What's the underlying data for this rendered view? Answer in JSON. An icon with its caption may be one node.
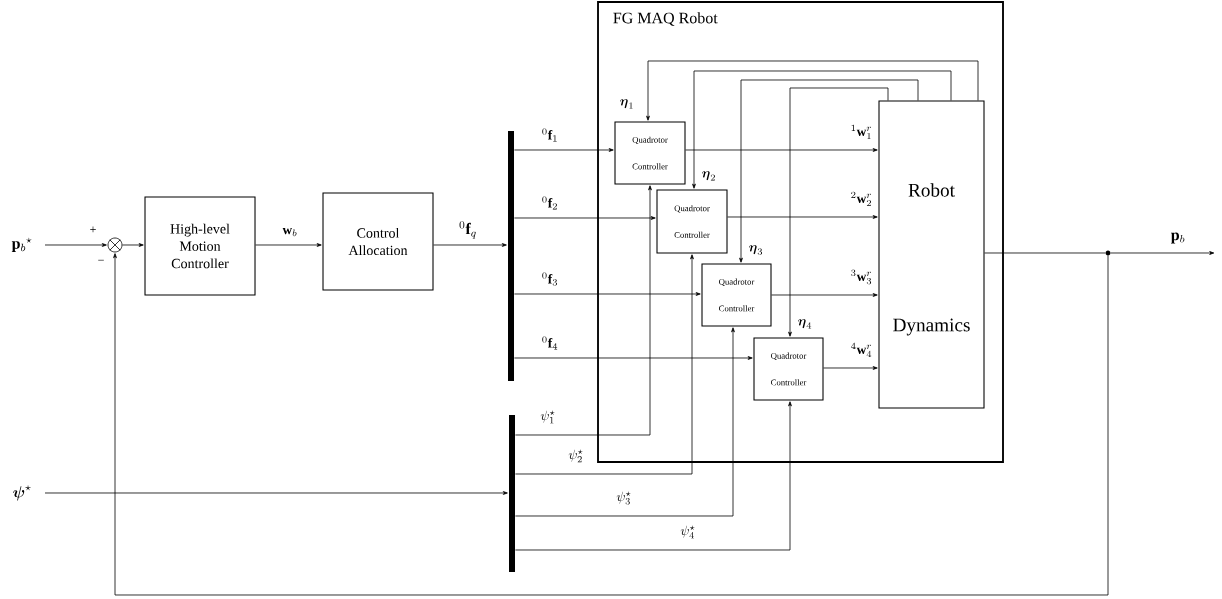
{
  "diagram": {
    "nodes": [
      {
        "text": [
          "FG MAQ Robot"
        ]
      },
      {
        "text": [],
        "shape": "circle",
        "beside": [
          "+",
          "−"
        ]
      },
      {
        "text": [
          "High-level Motion Controller"
        ]
      },
      {
        "text": [
          "Control Allocation"
        ]
      },
      {
        "text": [],
        "shape": "bar"
      },
      {
        "text": [
          "Quadrotor Controller"
        ],
        "in": 0
      },
      {
        "text": [
          "Quadrotor Controller"
        ],
        "in": 0
      },
      {
        "text": [
          "Quadrotor Controller"
        ],
        "in": 0
      },
      {
        "text": [
          "Quadrotor Controller"
        ],
        "in": 0
      },
      {
        "text": [
          "Robot",
          "Dynamics"
        ],
        "in": 0
      },
      {
        "text": [],
        "shape": "bar"
      },
      {
        "text": [],
        "shape": "circle"
      }
    ],
    "edges": [
      {
        "from": null,
        "to": 1,
        "arrow": "to",
        "label": "\\mathbf{p}_b{}^\\star"
      },
      {
        "from": 1,
        "to": 2,
        "arrow": "to"
      },
      {
        "from": 2,
        "to": 3,
        "arrow": "to",
        "label": "\\mathbf{w}_b"
      },
      {
        "from": 3,
        "to": 4,
        "arrow": "to",
        "label": "{}^{0}\\mathbf{f}_q"
      },
      {
        "from": 4,
        "to": 5,
        "arrow": "to",
        "label": "{}^{0}\\mathbf{f}_1"
      },
      {
        "from": 4,
        "to": 6,
        "arrow": "to",
        "label": "{}^{0}\\mathbf{f}_2"
      },
      {
        "from": 4,
        "to": 7,
        "arrow": "to",
        "label": "{}^{0}\\mathbf{f}_3"
      },
      {
        "from": 4,
        "to": 8,
        "arrow": "to",
        "label": "{}^{0}\\mathbf{f}_4"
      },
      {
        "from": 5,
        "to": 9,
        "arrow": "to",
        "label": "{}^{1}\\mathbf{w}_1^r"
      },
      {
        "from": 6,
        "to": 9,
        "arrow": "to",
        "label": "{}^{2}\\mathbf{w}_2^r"
      },
      {
        "from": 7,
        "to": 9,
        "arrow": "to",
        "label": "{}^{3}\\mathbf{w}_3^r"
      },
      {
        "from": 8,
        "to": 9,
        "arrow": "to",
        "label": "{}^{4}\\mathbf{w}_4^r"
      },
      {
        "from": 9,
        "to": 5,
        "arrow": "to",
        "label": "\\boldsymbol{\\eta}_1"
      },
      {
        "from": 9,
        "to": 6,
        "arrow": "to",
        "label": "\\boldsymbol{\\eta}_2"
      },
      {
        "from": 9,
        "to": 7,
        "arrow": "to",
        "label": "\\boldsymbol{\\eta}_3"
      },
      {
        "from": 9,
        "to": 8,
        "arrow": "to",
        "label": "\\boldsymbol{\\eta}_4"
      },
      {
        "from": null,
        "to": 10,
        "arrow": "to",
        "label": "\\boldsymbol{\\psi}^\\star"
      },
      {
        "from": 10,
        "to": 5,
        "arrow": "to",
        "label": "\\psi_1^\\star"
      },
      {
        "from": 10,
        "to": 6,
        "arrow": "to",
        "label": "\\psi_2^\\star"
      },
      {
        "from": 10,
        "to": 7,
        "arrow": "to",
        "label": "\\psi_3^\\star"
      },
      {
        "from": 10,
        "to": 8,
        "arrow": "to",
        "label": "\\psi_4^\\star"
      },
      {
        "from": 9,
        "to": 11,
        "arrow": "none"
      },
      {
        "from": 11,
        "to": null,
        "arrow": "to",
        "label": "\\mathbf{p}_b"
      },
      {
        "from": 11,
        "to": 1,
        "arrow": "to"
      }
    ]
  }
}
